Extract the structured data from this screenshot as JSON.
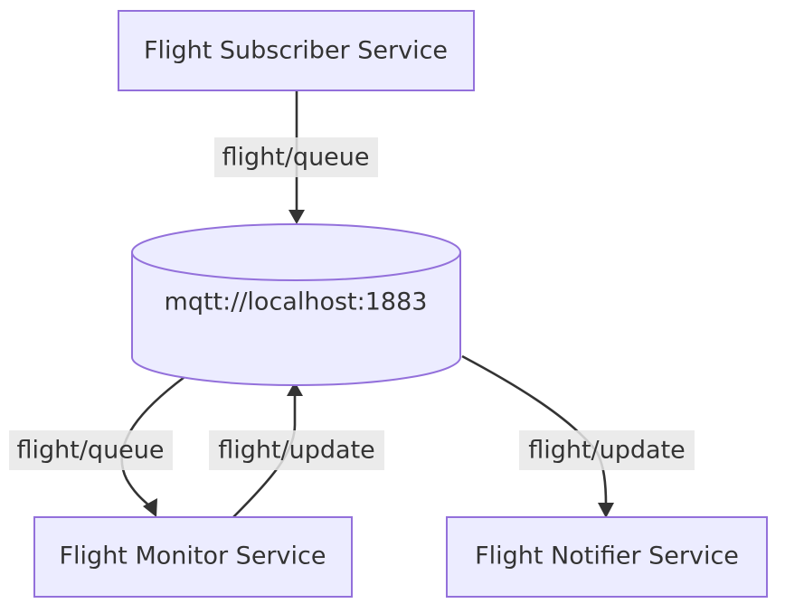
{
  "nodes": {
    "subscriber": {
      "label": "Flight Subscriber Service"
    },
    "broker": {
      "label": "mqtt://localhost:1883"
    },
    "monitor": {
      "label": "Flight Monitor Service"
    },
    "notifier": {
      "label": "Flight Notifier Service"
    }
  },
  "edges": {
    "subscriber_to_broker": {
      "label": "flight/queue"
    },
    "broker_to_monitor": {
      "label": "flight/queue"
    },
    "monitor_to_broker": {
      "label": "flight/update"
    },
    "broker_to_notifier": {
      "label": "flight/update"
    }
  },
  "colors": {
    "node_fill": "#ECECFF",
    "node_stroke": "#9370DB",
    "edge": "#333333",
    "edge_label_bg": "#e8e8e8"
  }
}
